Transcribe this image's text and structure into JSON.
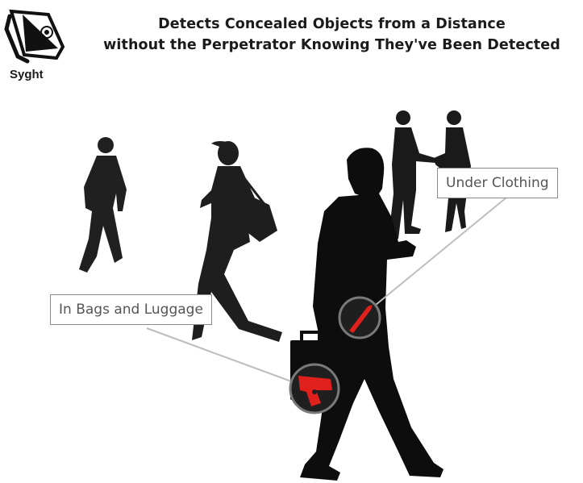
{
  "header": {
    "line1": "Detects Concealed Objects from a Distance",
    "line2": "without the Perpetrator Knowing They've Been Detected"
  },
  "logo": {
    "name": "Syght",
    "icon": "device-logo-icon"
  },
  "callouts": {
    "bags": "In Bags and Luggage",
    "clothing": "Under Clothing"
  },
  "detections": {
    "knife_icon": "knife-icon",
    "handgun_icon": "handgun-icon",
    "highlight_color": "#e0201c"
  },
  "colors": {
    "silhouette": "#0d0d0d",
    "silhouette_far": "#2a2a2a",
    "text": "#1b1b1b",
    "callout_border": "#8a8a8a"
  }
}
